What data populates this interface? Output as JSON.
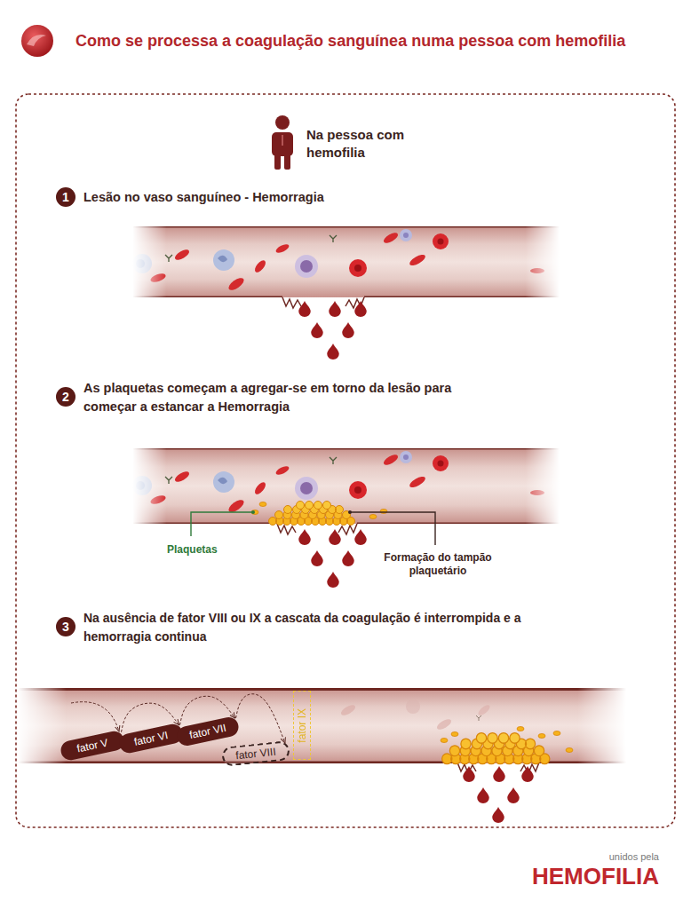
{
  "diagram": {
    "title": "Como se processa a coagulação sanguínea numa pessoa com hemofilia",
    "nodes": [
      {
        "text": [
          "1"
        ]
      },
      {
        "text": [
          "2"
        ]
      },
      {
        "text": [
          "3"
        ]
      },
      {
        "text": [
          "fator V"
        ]
      },
      {
        "text": [
          "fator VI"
        ]
      },
      {
        "text": [
          "fator VII"
        ]
      },
      {
        "text": [
          "fator VIII"
        ]
      },
      {
        "text": [
          "fator IX"
        ]
      }
    ],
    "edges": [
      {
        "from": 3,
        "to": 4,
        "arrow": "to"
      },
      {
        "from": 4,
        "to": 5,
        "arrow": "to"
      },
      {
        "from": 5,
        "to": 6,
        "arrow": "to"
      }
    ],
    "labels": [
      "Na pessoa com hemofilia",
      "Lesão no vaso sanguíneo - Hemorragia",
      "As plaquetas começam a agregar-se em torno da lesão para começar a estancar a Hemorragia",
      "Plaquetas",
      "Formação do tampão plaquetário",
      "Na ausência de fator VIII ou IX a cascata da coagulação é interrompida e a hemorragia continua",
      "unidos pela",
      "HEMOFILIA"
    ]
  }
}
